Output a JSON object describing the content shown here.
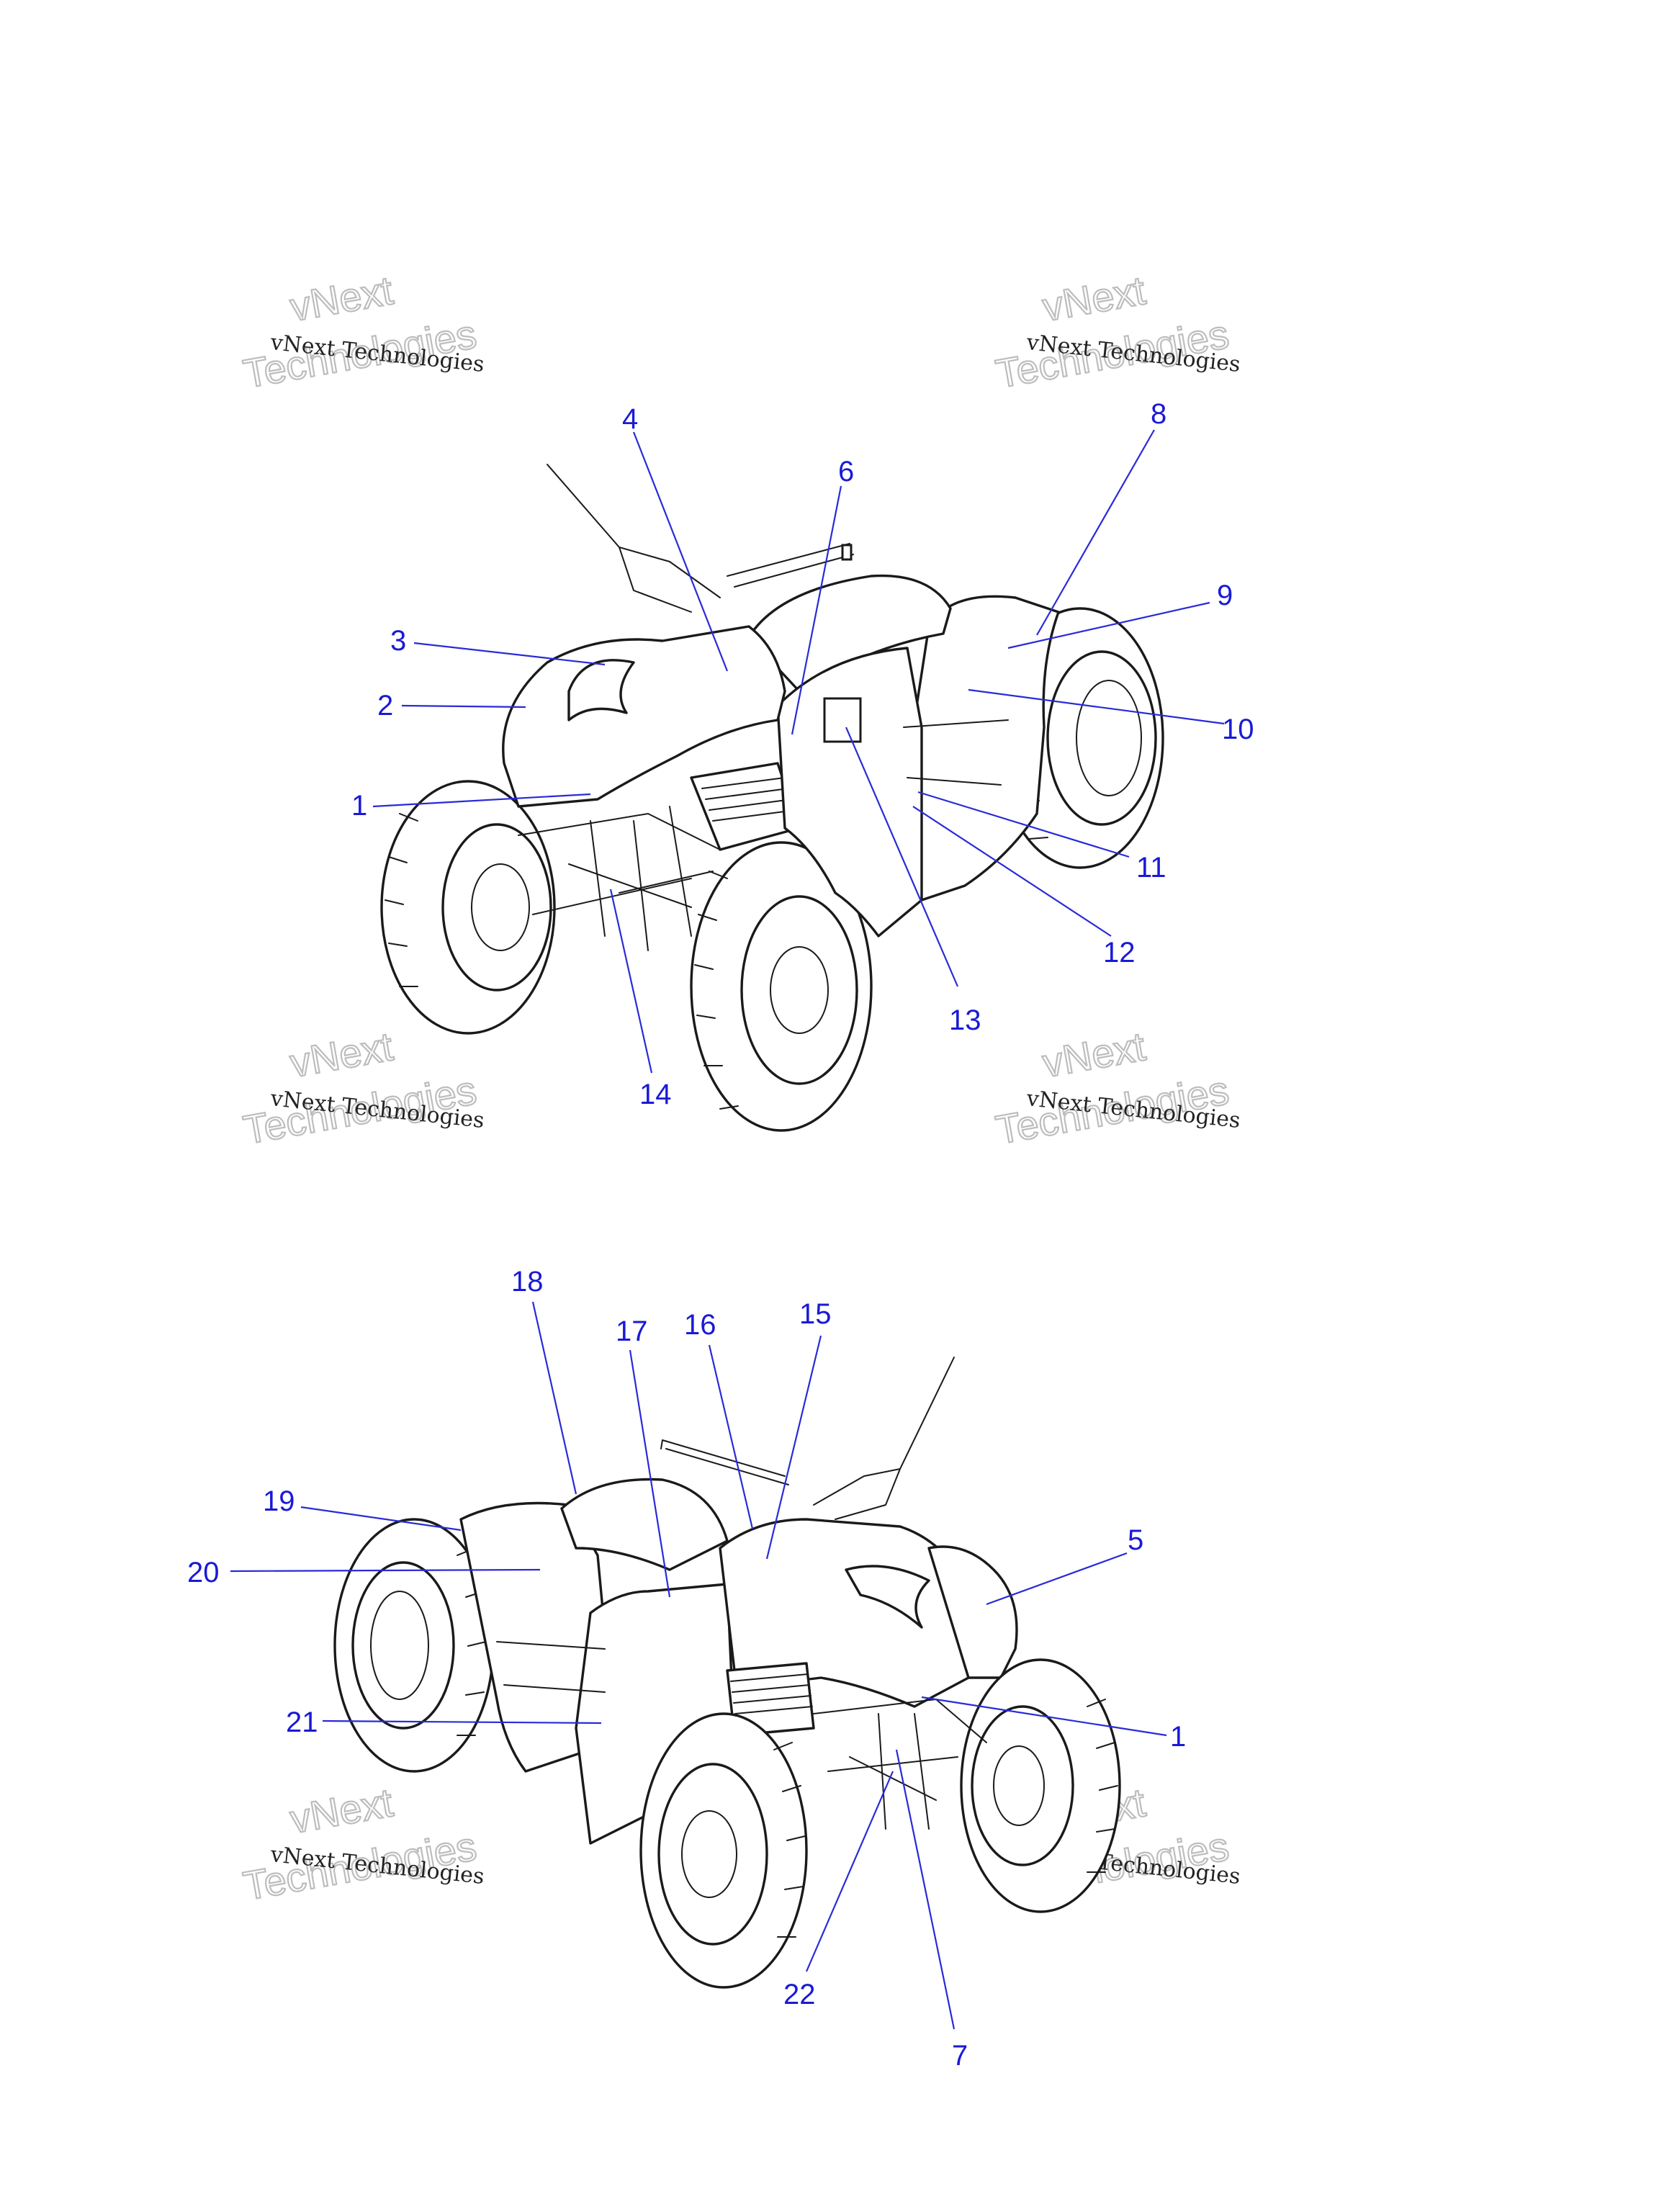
{
  "watermark": {
    "line_small": "vNext Technologies",
    "line_big_top": "vNext",
    "line_big_bottom": "Technologies"
  },
  "upper_view": {
    "callouts": [
      "1",
      "2",
      "3",
      "4",
      "6",
      "8",
      "9",
      "10",
      "11",
      "12",
      "13",
      "14"
    ]
  },
  "lower_view": {
    "callouts": [
      "1",
      "5",
      "7",
      "15",
      "16",
      "17",
      "18",
      "19",
      "20",
      "21",
      "22"
    ]
  },
  "colors": {
    "callout": "#1a1ad6",
    "line_art": "#1a1a1a",
    "watermark": "#bdbdbd"
  }
}
